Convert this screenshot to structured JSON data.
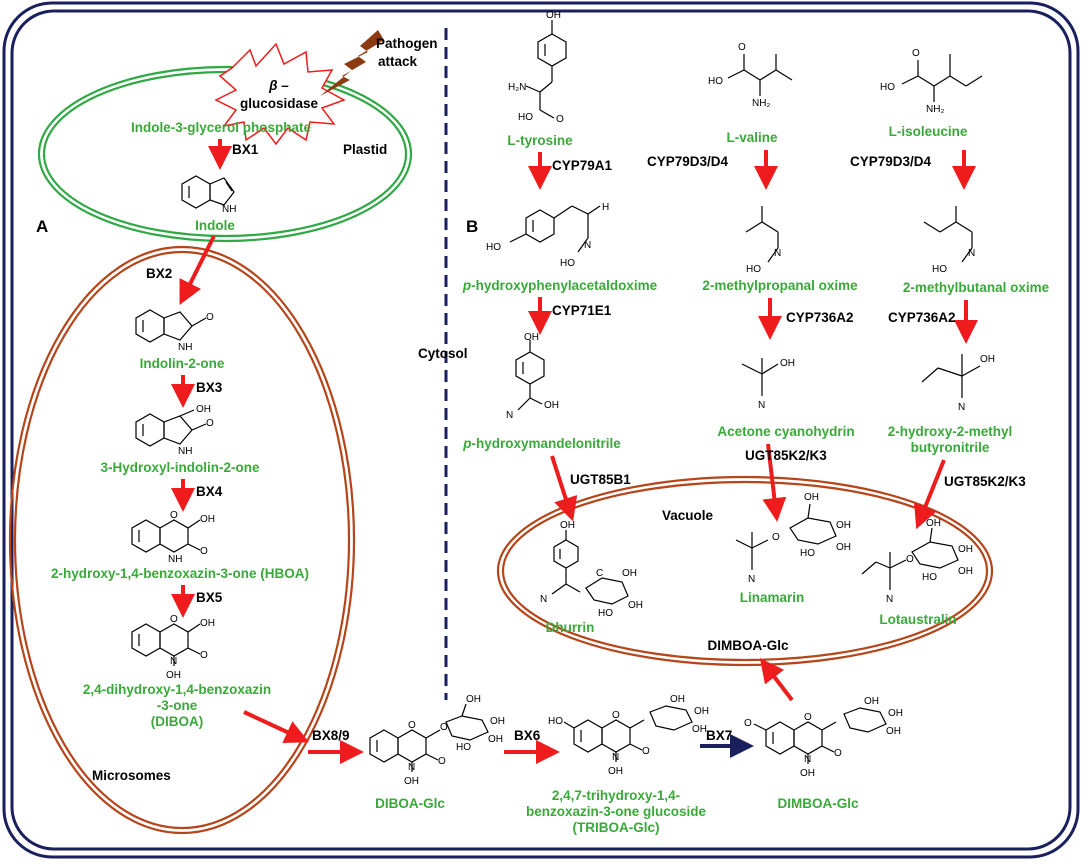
{
  "colors": {
    "cell_border": "#1a1f5e",
    "plastid": "#2fa845",
    "organelle": "#b5451b",
    "label_green": "#3aa83a",
    "arrow_red": "#ee1c1c",
    "arrow_navy": "#1a1f5e",
    "lightning": "#8b3a12"
  },
  "panels": {
    "a": "A",
    "b": "B"
  },
  "compartments": {
    "plastid": "Plastid",
    "cytosol": "Cytosol",
    "microsomes": "Microsomes",
    "vacuole": "Vacuole"
  },
  "pathogen": {
    "line1": "Pathogen",
    "line2": "attack",
    "enzyme_line1": "β –",
    "enzyme_line2": "glucosidase"
  },
  "pathway_a": {
    "compounds": {
      "igp": "Indole-3-glycerol phosphate",
      "indole": "Indole",
      "indolinone": "Indolin-2-one",
      "hydroxyindolinone": "3-Hydroxyl-indolin-2-one",
      "hboa": "2-hydroxy-1,4-benzoxazin-3-one (HBOA)",
      "diboa_l1": "2,4-dihydroxy-1,4-benzoxazin",
      "diboa_l2": "-3-one",
      "diboa_l3": "(DIBOA)",
      "diboa_glc": "DIBOA-Glc",
      "triboa_l1": "2,4,7-trihydroxy-1,4-",
      "triboa_l2": "benzoxazin-3-one glucoside",
      "triboa_l3": "(TRIBOA-Glc)",
      "dimboa_glc": "DIMBOA-Glc",
      "dimboa_glc_vacuole": "DIMBOA-Glc"
    },
    "enzymes": {
      "bx1": "BX1",
      "bx2": "BX2",
      "bx3": "BX3",
      "bx4": "BX4",
      "bx5": "BX5",
      "bx89": "BX8/9",
      "bx6": "BX6",
      "bx7": "BX7"
    }
  },
  "pathway_b": {
    "compounds": {
      "tyrosine": "L-tyrosine",
      "valine": "L-valine",
      "isoleucine": "L-isoleucine",
      "hpaox_prefix": "p",
      "hpaox": "-hydroxyphenylacetaldoxime",
      "mpox": "2-methylpropanal oxime",
      "mbox": "2-methylbutanal oxime",
      "hmn_prefix": "p",
      "hmn": "-hydroxymandelonitrile",
      "acn": "Acetone cyanohydrin",
      "hmb_l1": "2-hydroxy-2-methyl",
      "hmb_l2": "butyronitrile",
      "dhurrin": "Dhurrin",
      "linamarin": "Linamarin",
      "lotaustralin": "Lotaustralin"
    },
    "enzymes": {
      "cyp79a1": "CYP79A1",
      "cyp79d3_a": "CYP79D3/D4",
      "cyp79d3_b": "CYP79D3/D4",
      "cyp71e1": "CYP71E1",
      "cyp736a2_a": "CYP736A2",
      "cyp736a2_b": "CYP736A2",
      "ugt85b1": "UGT85B1",
      "ugt85k2_a": "UGT85K2/K3",
      "ugt85k2_b": "UGT85K2/K3"
    }
  },
  "atoms": {
    "oh": "OH",
    "ho": "HO",
    "h2n": "H₂N",
    "nh2": "NH₂",
    "nh": "NH",
    "o": "O",
    "n": "N",
    "h": "H",
    "c": "C",
    "hon": "HO",
    "ohn": "HO"
  }
}
